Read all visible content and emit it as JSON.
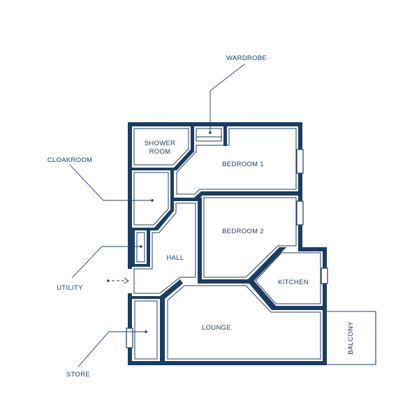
{
  "rooms": {
    "shower_room_line1": "SHOWER",
    "shower_room_line2": "ROOM",
    "bedroom1": "BEDROOM 1",
    "bedroom2": "BEDROOM 2",
    "hall": "HALL",
    "kitchen": "KITCHEN",
    "lounge": "LOUNGE",
    "balcony": "BALCONY"
  },
  "callouts": {
    "wardrobe": "WARDROBE",
    "cloakroom": "CLOAKROOM",
    "utility": "UTILITY",
    "store": "STORE"
  },
  "colors": {
    "wall": "#1b3d63",
    "background": "#ffffff"
  }
}
